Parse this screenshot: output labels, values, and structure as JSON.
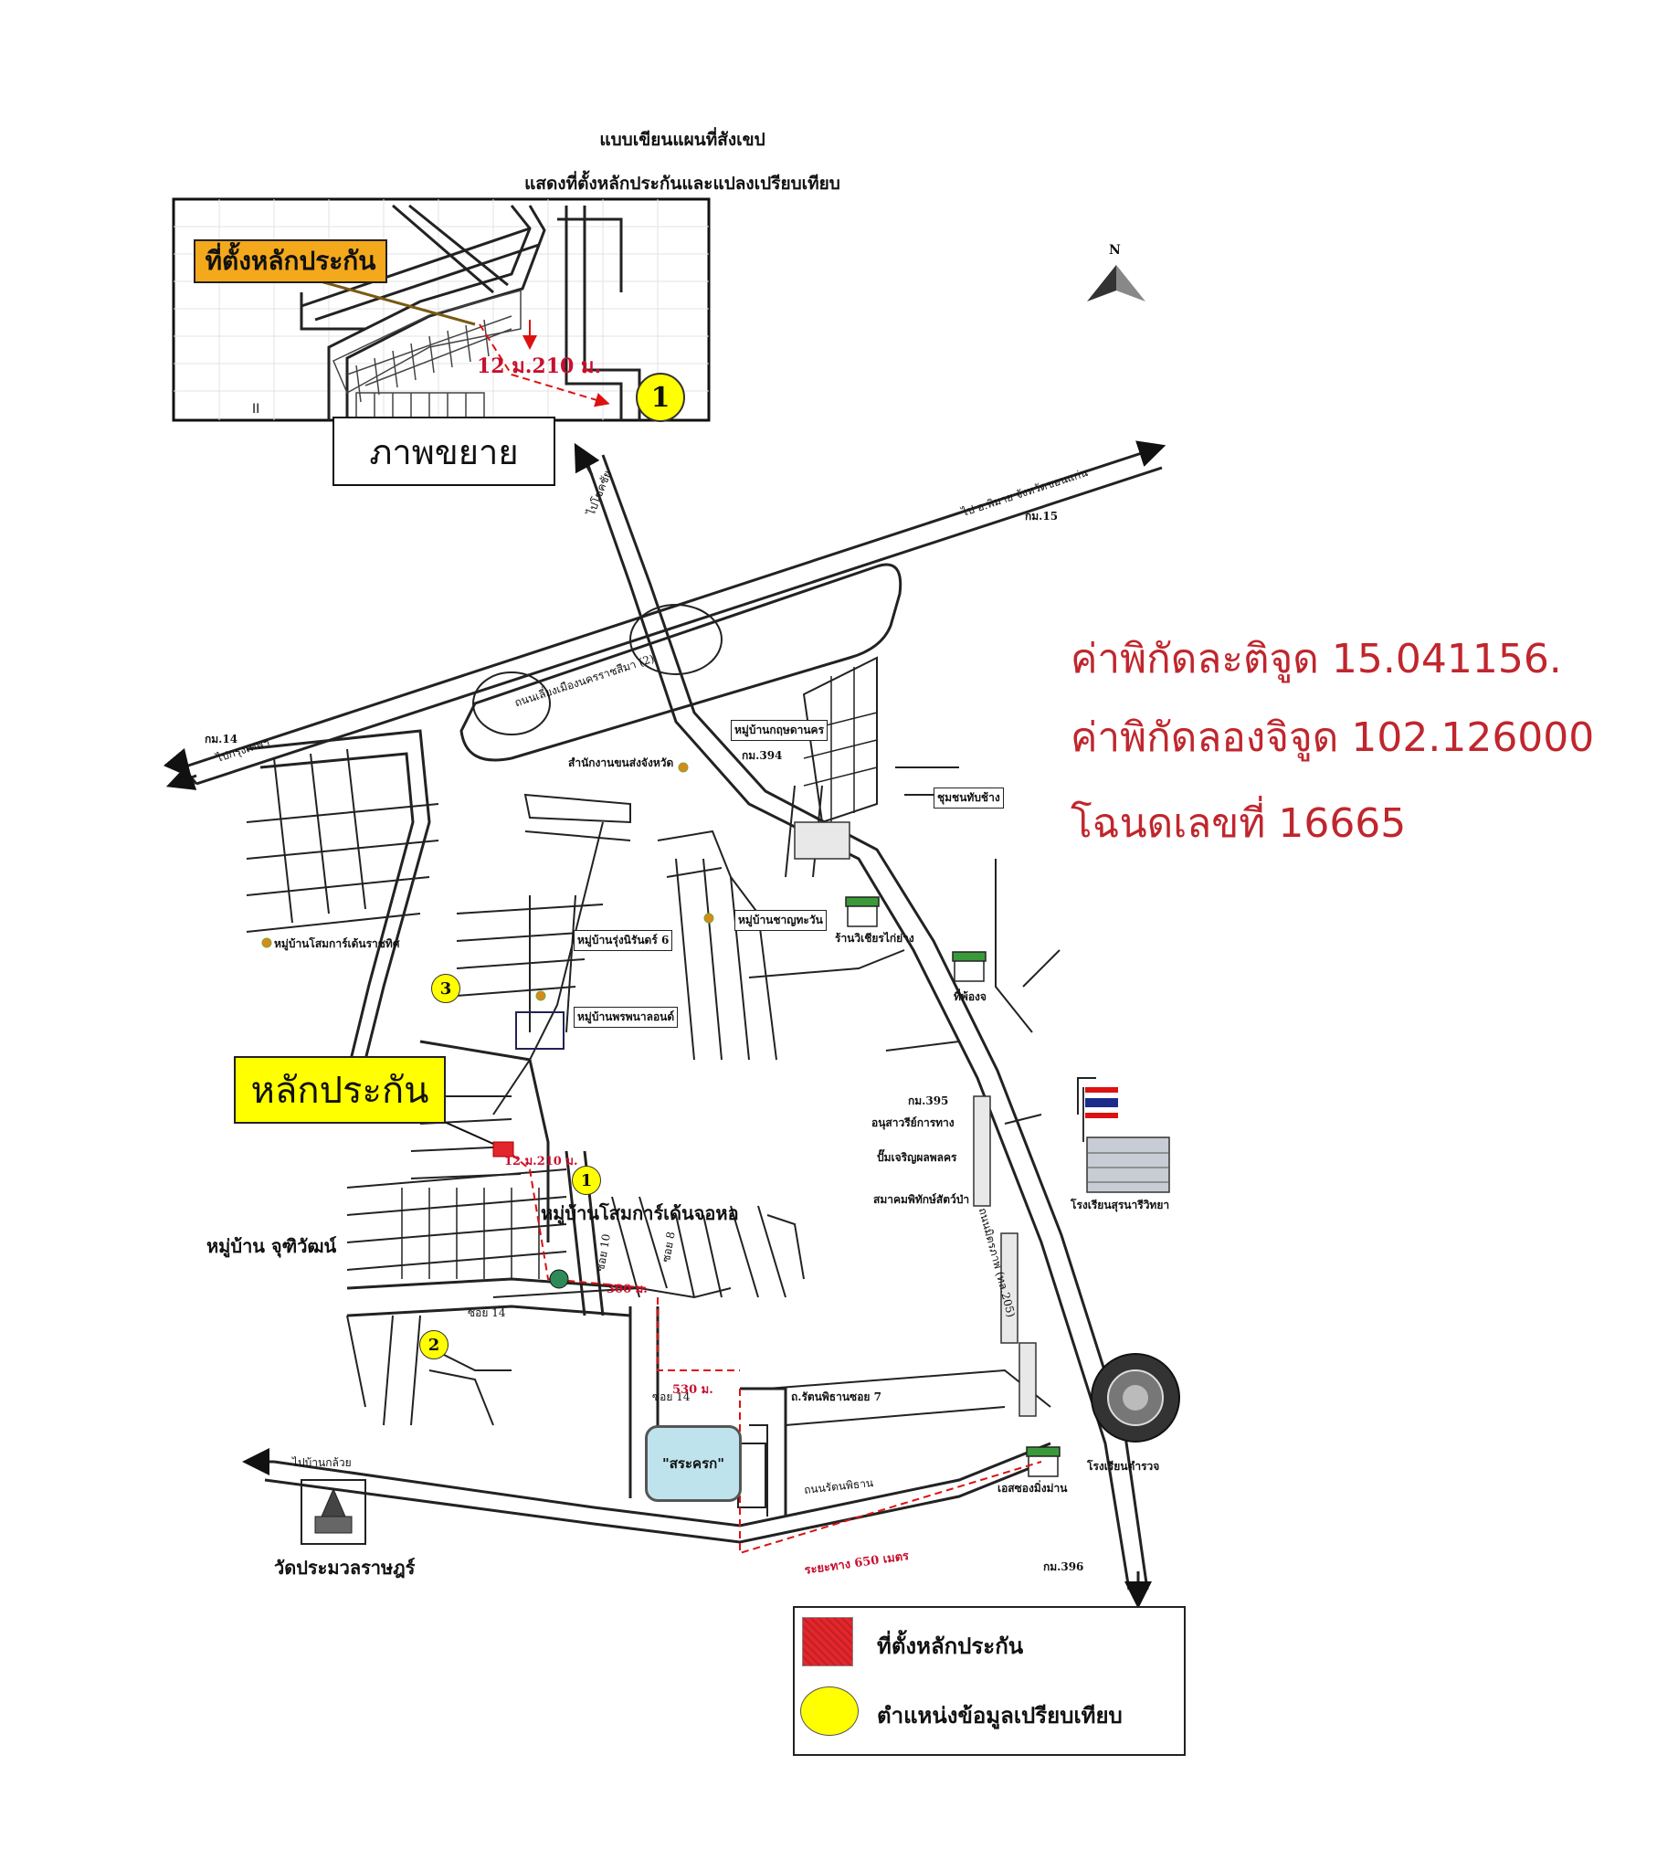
{
  "title": {
    "line1": "แบบเขียนแผนที่สังเขป",
    "line2": "แสดงที่ตั้งหลักประกันและแปลงเปรียบเทียบ"
  },
  "coordinates": {
    "latitude": "ค่าพิกัดละติจูด 15.041156.",
    "longitude": "ค่าพิกัดลองจิจูด 102.126000",
    "deed": "โฉนดเลขที่ 16665"
  },
  "inset": {
    "tag": "ที่ตั้งหลักประกัน",
    "label": "ภาพขยาย",
    "distance": "12 ม.210 ม.",
    "marker": "1"
  },
  "map": {
    "collateral_tag": "หลักประกัน",
    "north": "N",
    "village_main": "หมู่บ้านโสมการ์เด้นจอหอ",
    "village_juthiwat": "หมู่บ้าน จุฑิวัฒน์",
    "temple": "วัดประมวลราษฎร์",
    "pond": "\"สระครก\"",
    "dist_210": "12 ม.210 ม.",
    "dist_300": "300 ม.",
    "dist_530": "530 ม.",
    "dist_650": "ระยะทาง 650 เมตร",
    "soi_8": "ซอย 8",
    "soi_10": "ซอย 10",
    "soi_14": "ซอย 14",
    "road_ratpathan": "ถนนรัตนพิธาน",
    "soi_ratpathan7": "ถ.รัตนพิธานซอย 7",
    "to_bangkok": "ไปกรุงเทพฯ",
    "to_phimai": "ไป อ.พิมาย จังหวัดขอนแก่น",
    "to_chokchai": "ไปโชคชัย",
    "to_banklong": "ไปบ้านกล้วย",
    "bypass": "ถนนเลี่ยงเมืองนครราชสีมา (2)",
    "km14": "กม.14",
    "km15": "กม.15",
    "km394": "กม.394",
    "km395": "กม.395",
    "km396": "กม.396",
    "nongkhai_rd": "ถนนมิตรภาพ (ทล.205)",
    "school": "โรงเรียนสุรนารีวิทยา",
    "police": "โรงเรียนตำรวจ",
    "markers": [
      "1",
      "2",
      "3"
    ],
    "places": [
      "หมู่บ้านกฤษดานคร",
      "สำนักงานขนส่งจังหวัด",
      "หมู่บ้านรุ่งนิรันดร์ 6",
      "หมู่บ้านชาญทะวัน",
      "หมู่บ้านพรพนาลอนด์",
      "หมู่บ้านโสมการ์เด้นราชทิศ",
      "ร้านวิเชียรไก่ย่าง",
      "ชุมชนทับช้าง",
      "ที่พ้องจ",
      "อนุสาวรีย์การทาง",
      "ปั๊มเจริญผลพลคร",
      "สมาคมพิทักษ์สัตว์ป่า",
      "เอสซองมิ่งม่าน"
    ]
  },
  "legend": {
    "collateral": "ที่ตั้งหลักประกัน",
    "comparison": "ตำแหน่งข้อมูลเปรียบเทียบ"
  },
  "colors": {
    "coords_red": "#c0262d",
    "collateral_red": "#e3262c",
    "marker_yellow": "#ffff00",
    "inset_tag_orange": "#f4a81c",
    "road_gray": "#222222"
  }
}
